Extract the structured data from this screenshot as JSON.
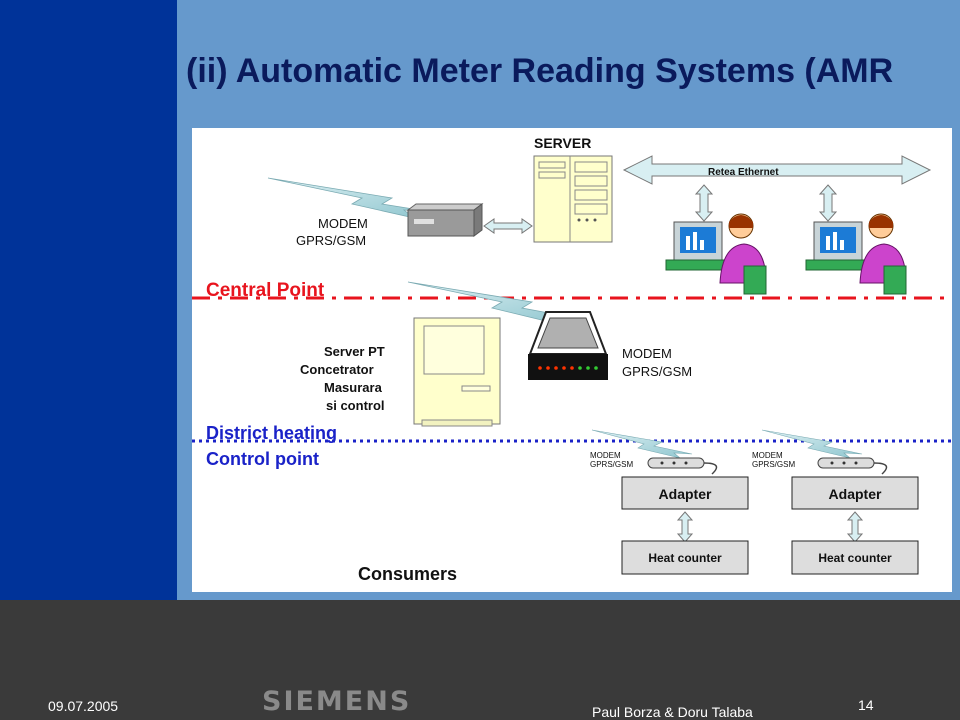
{
  "slide": {
    "title": "(ii) Automatic Meter Reading Systems (AMR",
    "date": "09.07.2005",
    "logo_text": "SIEMENS",
    "authors": "Paul Borza & Doru Talaba",
    "page_number": "14"
  },
  "diagram": {
    "server_label": "SERVER",
    "ethernet_label": "Retea Ethernet",
    "top_modem_label_line1": "MODEM",
    "top_modem_label_line2": "GPRS/GSM",
    "central_point_label": "Central Point",
    "server_pt_lines": [
      "Server PT",
      "Concetrator",
      "Masurara",
      "si control"
    ],
    "mid_modem_label_line1": "MODEM",
    "mid_modem_label_line2": "GPRS/GSM",
    "district_heating_line1": "District heating",
    "district_heating_line2": "Control point",
    "small_modem_1_line1": "MODEM",
    "small_modem_1_line2": "GPRS/GSM",
    "small_modem_2_line1": "MODEM",
    "small_modem_2_line2": "GPRS/GSM",
    "adapter_1_label": "Adapter",
    "adapter_2_label": "Adapter",
    "heat_counter_1_label": "Heat counter",
    "heat_counter_2_label": "Heat counter",
    "consumers_label": "Consumers"
  },
  "colors": {
    "central_line": "#e8141e",
    "district_line": "#1a22c8",
    "panel_blue": "#6699cc",
    "band_blue": "#003399"
  }
}
